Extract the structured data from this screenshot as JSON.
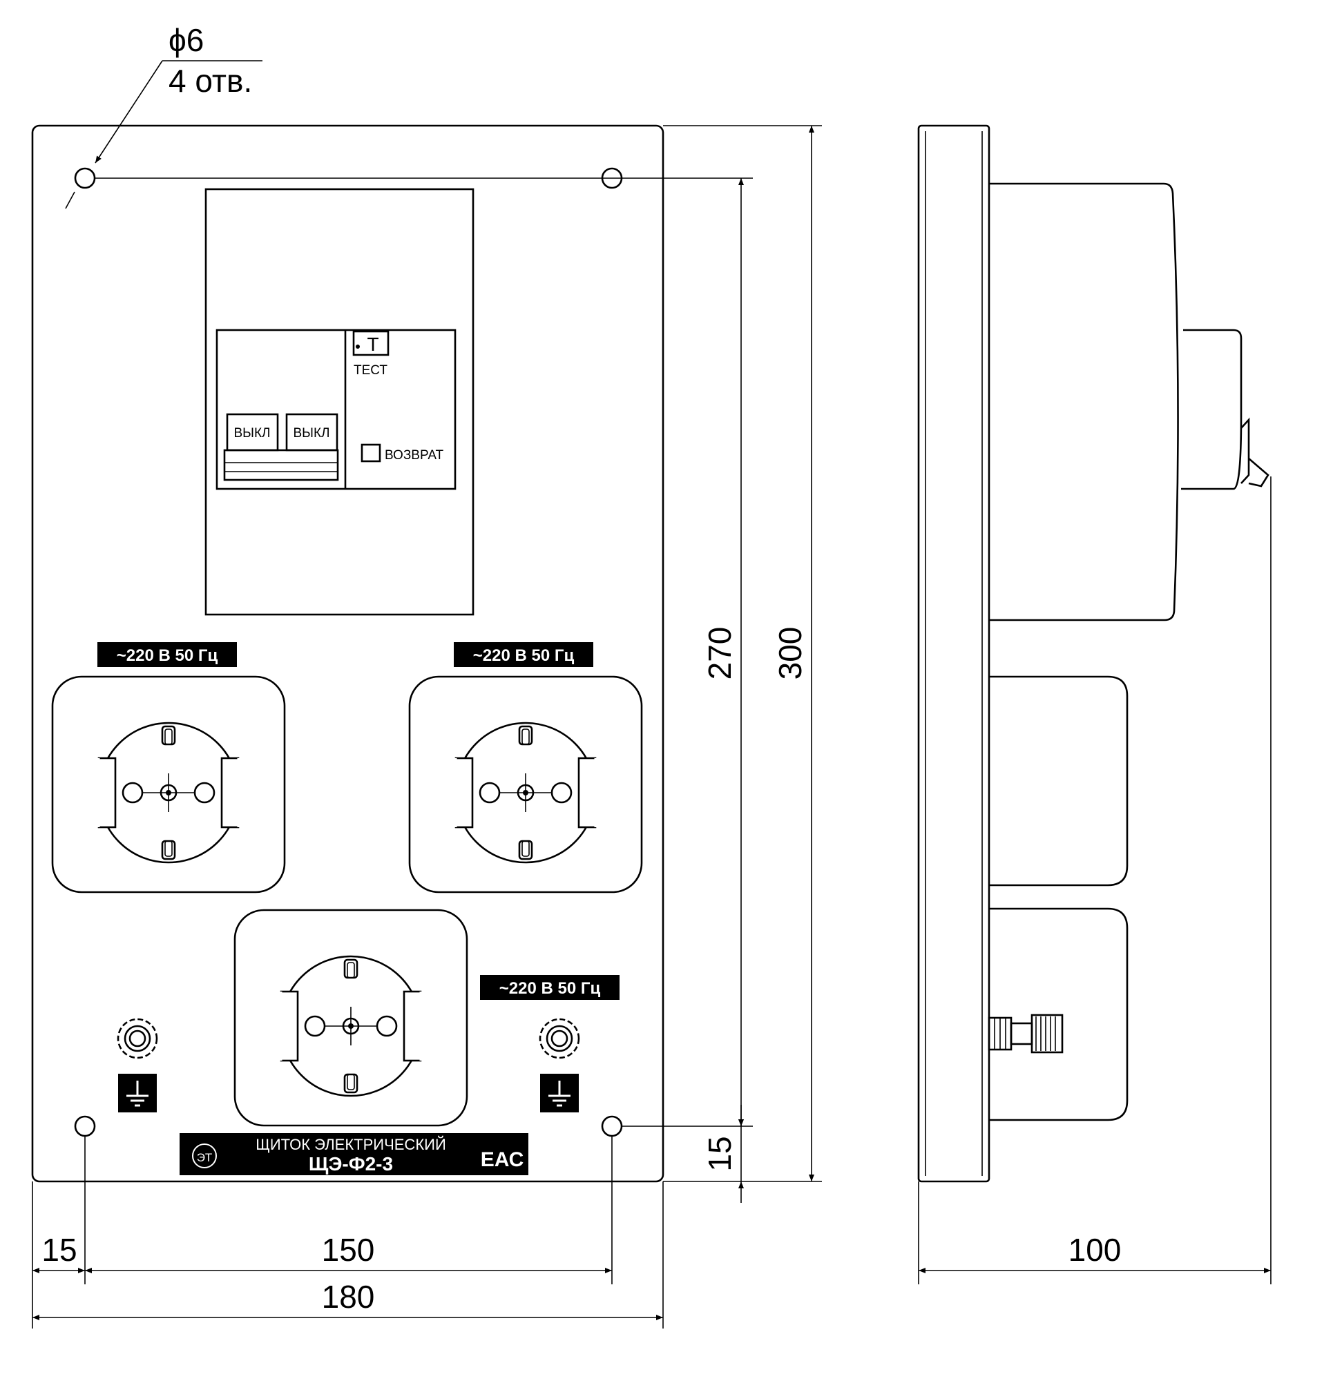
{
  "hole_note": {
    "diameter": "ϕ6",
    "count": "4 отв."
  },
  "breaker": {
    "off_left": "ВЫКЛ",
    "off_right": "ВЫКЛ",
    "test_symbol": "T",
    "test_label": "ТЕСТ",
    "reset_label": "ВОЗВРАТ"
  },
  "sockets": {
    "label_1": "~220 В 50 Гц",
    "label_2": "~220 В 50 Гц",
    "label_3": "~220 В 50 Гц"
  },
  "nameplate": {
    "logo": "ЭТ",
    "line1": "ЩИТОК ЭЛЕКТРИЧЕСКИЙ",
    "line2": "ЩЭ-Ф2-3",
    "mark": "ЕАС"
  },
  "dimensions": {
    "height_holes": "270",
    "height_total": "300",
    "bottom_margin": "15",
    "left_margin": "15",
    "hole_spacing": "150",
    "width_total": "180",
    "depth": "100"
  }
}
